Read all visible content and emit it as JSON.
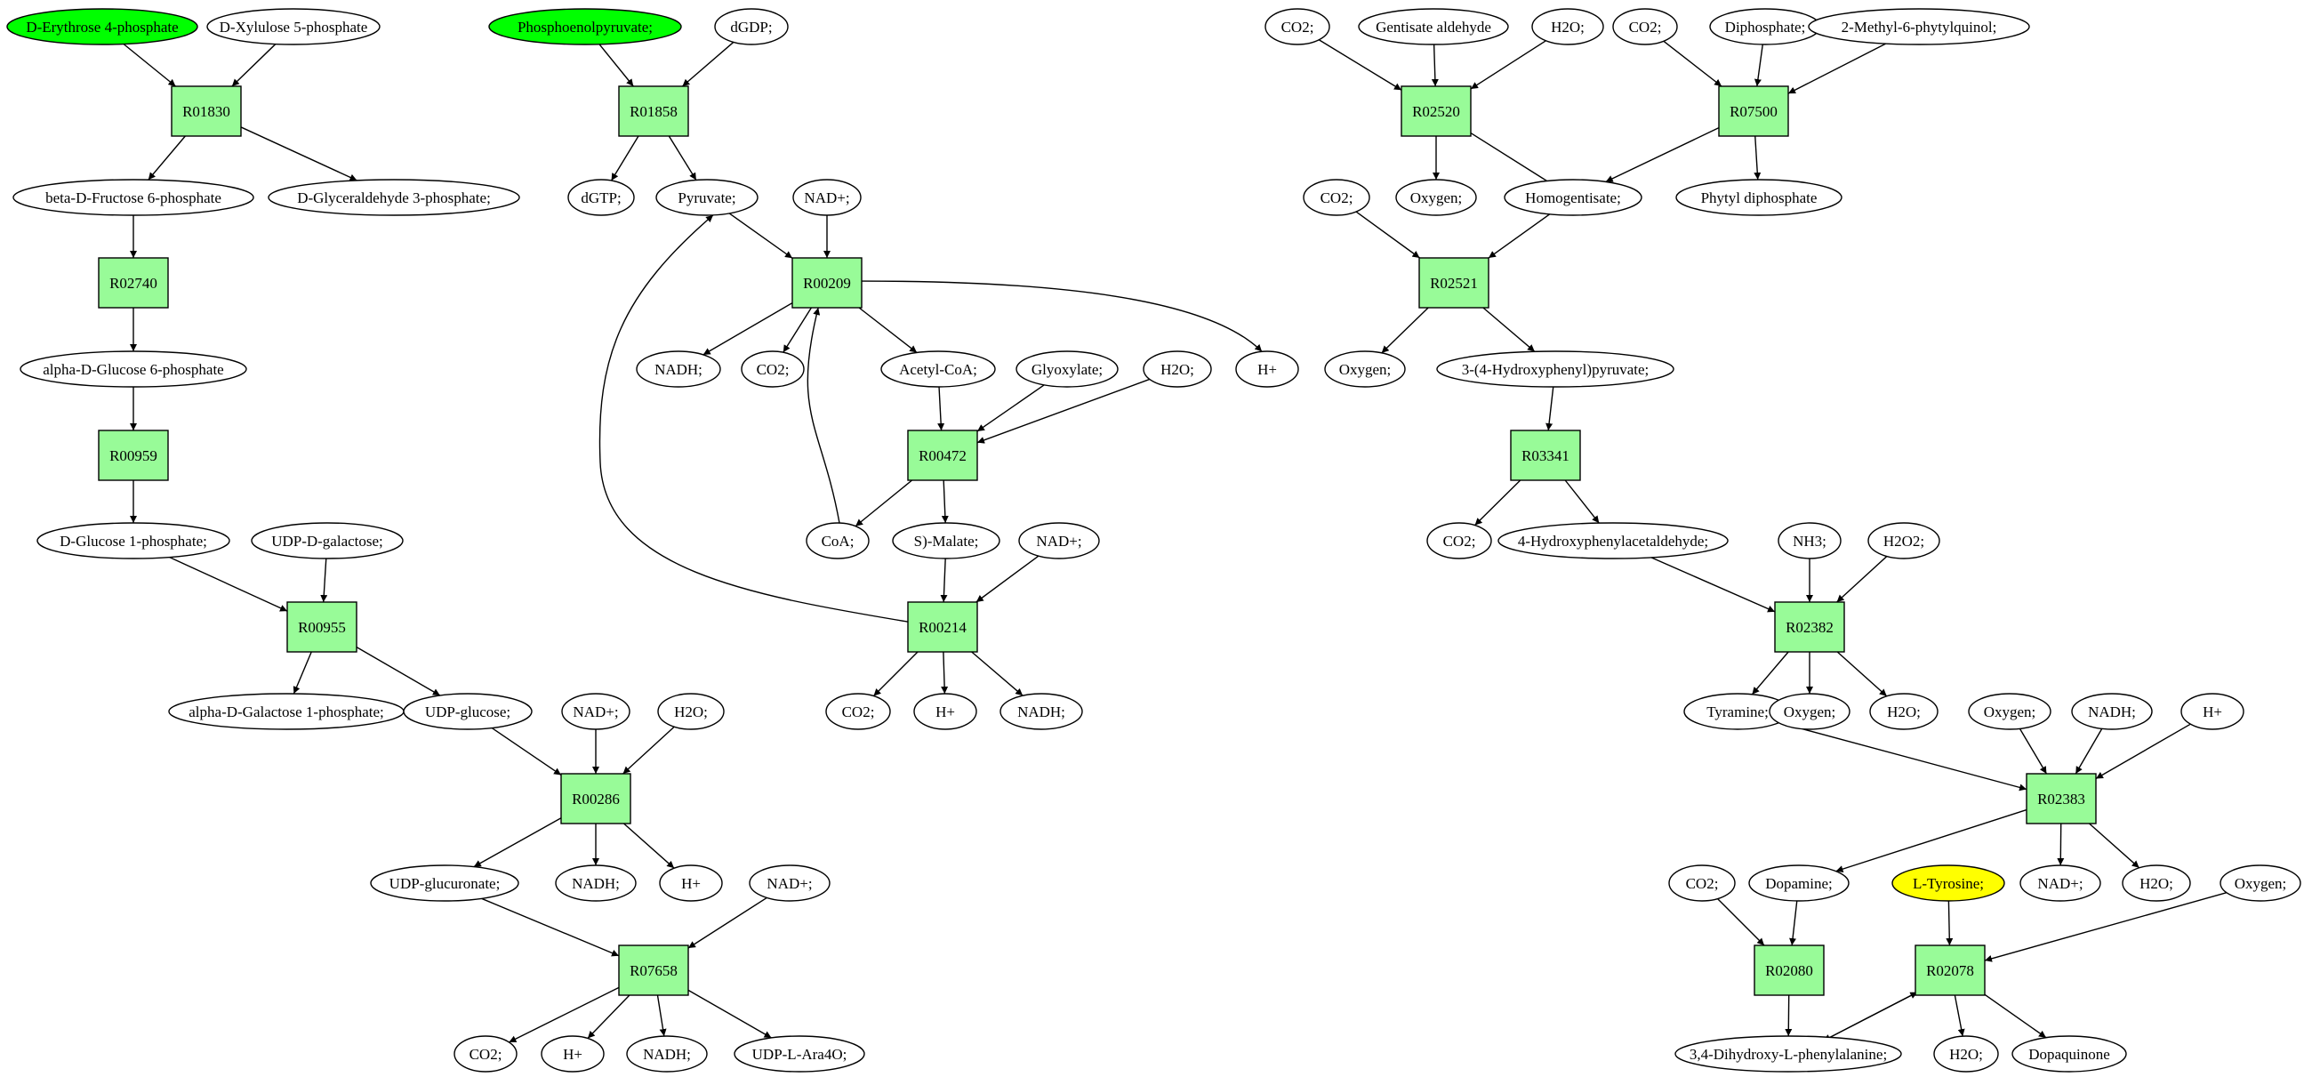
{
  "colors": {
    "reaction_fill": "#98fb98",
    "highlight_green": "#00ff00",
    "highlight_yellow": "#ffff00",
    "metabolite_fill": "#ffffff",
    "stroke": "#000000"
  },
  "reactions": [
    {
      "id": "r01830",
      "label": "R01830"
    },
    {
      "id": "r02740",
      "label": "R02740"
    },
    {
      "id": "r00959",
      "label": "R00959"
    },
    {
      "id": "r00955",
      "label": "R00955"
    },
    {
      "id": "r00286",
      "label": "R00286"
    },
    {
      "id": "r07658",
      "label": "R07658"
    },
    {
      "id": "r01858",
      "label": "R01858"
    },
    {
      "id": "r00209",
      "label": "R00209"
    },
    {
      "id": "r00472",
      "label": "R00472"
    },
    {
      "id": "r00214",
      "label": "R00214"
    },
    {
      "id": "r02520",
      "label": "R02520"
    },
    {
      "id": "r07500",
      "label": "R07500"
    },
    {
      "id": "r02521",
      "label": "R02521"
    },
    {
      "id": "r03341",
      "label": "R03341"
    },
    {
      "id": "r02382",
      "label": "R02382"
    },
    {
      "id": "r02383",
      "label": "R02383"
    },
    {
      "id": "r02080",
      "label": "R02080"
    },
    {
      "id": "r02078",
      "label": "R02078"
    }
  ],
  "metabolites": [
    {
      "id": "e4p",
      "label": "D-Erythrose 4-phosphate",
      "highlight": "green"
    },
    {
      "id": "x5p",
      "label": "D-Xylulose 5-phosphate"
    },
    {
      "id": "f6p",
      "label": "beta-D-Fructose 6-phosphate"
    },
    {
      "id": "g3p",
      "label": "D-Glyceraldehyde 3-phosphate;"
    },
    {
      "id": "g6p",
      "label": "alpha-D-Glucose 6-phosphate"
    },
    {
      "id": "g1p",
      "label": "D-Glucose 1-phosphate;"
    },
    {
      "id": "udpgal",
      "label": "UDP-D-galactose;"
    },
    {
      "id": "gal1p",
      "label": "alpha-D-Galactose 1-phosphate;"
    },
    {
      "id": "udpglc",
      "label": "UDP-glucose;"
    },
    {
      "id": "nad_286",
      "label": "NAD+;"
    },
    {
      "id": "h2o_286",
      "label": "H2O;"
    },
    {
      "id": "udpgluc",
      "label": "UDP-glucuronate;"
    },
    {
      "id": "nadh_286",
      "label": "NADH;"
    },
    {
      "id": "h_286",
      "label": "H+"
    },
    {
      "id": "nad_7658",
      "label": "NAD+;"
    },
    {
      "id": "co2_7658",
      "label": "CO2;"
    },
    {
      "id": "h_7658",
      "label": "H+"
    },
    {
      "id": "nadh_7658",
      "label": "NADH;"
    },
    {
      "id": "udpara",
      "label": "UDP-L-Ara4O;"
    },
    {
      "id": "pep",
      "label": "Phosphoenolpyruvate;",
      "highlight": "green"
    },
    {
      "id": "dgdp",
      "label": "dGDP;"
    },
    {
      "id": "dgtp",
      "label": "dGTP;"
    },
    {
      "id": "pyr",
      "label": "Pyruvate;"
    },
    {
      "id": "nad_209",
      "label": "NAD+;"
    },
    {
      "id": "nadh_209",
      "label": "NADH;"
    },
    {
      "id": "co2_209",
      "label": "CO2;"
    },
    {
      "id": "accoa",
      "label": "Acetyl-CoA;"
    },
    {
      "id": "h_209",
      "label": "H+"
    },
    {
      "id": "glyox",
      "label": "Glyoxylate;"
    },
    {
      "id": "h2o_472",
      "label": "H2O;"
    },
    {
      "id": "coa",
      "label": "CoA;"
    },
    {
      "id": "mal",
      "label": "S)-Malate;"
    },
    {
      "id": "nad_214",
      "label": "NAD+;"
    },
    {
      "id": "co2_214",
      "label": "CO2;"
    },
    {
      "id": "h_214",
      "label": "H+"
    },
    {
      "id": "nadh_214",
      "label": "NADH;"
    },
    {
      "id": "co2_a",
      "label": "CO2;"
    },
    {
      "id": "gent",
      "label": "Gentisate aldehyde"
    },
    {
      "id": "h2o_a",
      "label": "H2O;"
    },
    {
      "id": "co2_b",
      "label": "CO2;"
    },
    {
      "id": "dip",
      "label": "Diphosphate;"
    },
    {
      "id": "mpq",
      "label": "2-Methyl-6-phytylquinol;"
    },
    {
      "id": "oxy_2520",
      "label": "Oxygen;"
    },
    {
      "id": "homog",
      "label": "Homogentisate;"
    },
    {
      "id": "phytyl",
      "label": "Phytyl diphosphate"
    },
    {
      "id": "co2_2521",
      "label": "CO2;"
    },
    {
      "id": "oxy_2521",
      "label": "Oxygen;"
    },
    {
      "id": "hpp",
      "label": "3-(4-Hydroxyphenyl)pyruvate;"
    },
    {
      "id": "co2_3341",
      "label": "CO2;"
    },
    {
      "id": "hpa",
      "label": "4-Hydroxyphenylacetaldehyde;"
    },
    {
      "id": "nh3",
      "label": "NH3;"
    },
    {
      "id": "h2o2",
      "label": "H2O2;"
    },
    {
      "id": "tyr_amine",
      "label": "Tyramine;"
    },
    {
      "id": "oxy_2382",
      "label": "Oxygen;"
    },
    {
      "id": "h2o_2382",
      "label": "H2O;"
    },
    {
      "id": "oxy_2383",
      "label": "Oxygen;"
    },
    {
      "id": "nadh_2383",
      "label": "NADH;"
    },
    {
      "id": "h_2383",
      "label": "H+"
    },
    {
      "id": "dopamine",
      "label": "Dopamine;"
    },
    {
      "id": "ltyr",
      "label": "L-Tyrosine;",
      "highlight": "yellow"
    },
    {
      "id": "nad_2383",
      "label": "NAD+;"
    },
    {
      "id": "h2o_2383",
      "label": "H2O;"
    },
    {
      "id": "co2_2080",
      "label": "CO2;"
    },
    {
      "id": "oxy_2078",
      "label": "Oxygen;"
    },
    {
      "id": "dopa",
      "label": "3,4-Dihydroxy-L-phenylalanine;"
    },
    {
      "id": "h2o_2078",
      "label": "H2O;"
    },
    {
      "id": "dopaq",
      "label": "Dopaquinone"
    }
  ],
  "edges": [
    {
      "from": "e4p",
      "to": "r01830"
    },
    {
      "from": "x5p",
      "to": "r01830"
    },
    {
      "from": "r01830",
      "to": "f6p"
    },
    {
      "from": "r01830",
      "to": "g3p"
    },
    {
      "from": "f6p",
      "to": "r02740"
    },
    {
      "from": "r02740",
      "to": "g6p"
    },
    {
      "from": "g6p",
      "to": "r00959"
    },
    {
      "from": "r00959",
      "to": "g1p"
    },
    {
      "from": "g1p",
      "to": "r00955"
    },
    {
      "from": "udpgal",
      "to": "r00955"
    },
    {
      "from": "r00955",
      "to": "gal1p"
    },
    {
      "from": "r00955",
      "to": "udpglc"
    },
    {
      "from": "udpglc",
      "to": "r00286"
    },
    {
      "from": "nad_286",
      "to": "r00286"
    },
    {
      "from": "h2o_286",
      "to": "r00286"
    },
    {
      "from": "r00286",
      "to": "udpgluc"
    },
    {
      "from": "r00286",
      "to": "nadh_286"
    },
    {
      "from": "r00286",
      "to": "h_286"
    },
    {
      "from": "udpgluc",
      "to": "r07658"
    },
    {
      "from": "nad_7658",
      "to": "r07658"
    },
    {
      "from": "r07658",
      "to": "co2_7658"
    },
    {
      "from": "r07658",
      "to": "h_7658"
    },
    {
      "from": "r07658",
      "to": "nadh_7658"
    },
    {
      "from": "r07658",
      "to": "udpara"
    },
    {
      "from": "pep",
      "to": "r01858"
    },
    {
      "from": "dgdp",
      "to": "r01858"
    },
    {
      "from": "r01858",
      "to": "dgtp"
    },
    {
      "from": "r01858",
      "to": "pyr"
    },
    {
      "from": "pyr",
      "to": "r00209"
    },
    {
      "from": "nad_209",
      "to": "r00209"
    },
    {
      "from": "r00209",
      "to": "nadh_209"
    },
    {
      "from": "r00209",
      "to": "co2_209"
    },
    {
      "from": "r00209",
      "to": "accoa"
    },
    {
      "from": "r00209",
      "to": "h_209",
      "curve": "right"
    },
    {
      "from": "accoa",
      "to": "r00472"
    },
    {
      "from": "glyox",
      "to": "r00472"
    },
    {
      "from": "h2o_472",
      "to": "r00472"
    },
    {
      "from": "r00472",
      "to": "coa"
    },
    {
      "from": "r00472",
      "to": "mal"
    },
    {
      "from": "coa",
      "to": "r00209",
      "curve": "coa"
    },
    {
      "from": "mal",
      "to": "r00214"
    },
    {
      "from": "nad_214",
      "to": "r00214"
    },
    {
      "from": "r00214",
      "to": "co2_214"
    },
    {
      "from": "r00214",
      "to": "h_214"
    },
    {
      "from": "r00214",
      "to": "nadh_214"
    },
    {
      "from": "r00214",
      "to": "pyr",
      "curve": "long"
    },
    {
      "from": "co2_a",
      "to": "r02520"
    },
    {
      "from": "gent",
      "to": "r02520"
    },
    {
      "from": "h2o_a",
      "to": "r02520"
    },
    {
      "from": "co2_b",
      "to": "r07500"
    },
    {
      "from": "dip",
      "to": "r07500"
    },
    {
      "from": "mpq",
      "to": "r07500"
    },
    {
      "from": "r02520",
      "to": "oxy_2520"
    },
    {
      "from": "r02520",
      "to": "homog",
      "arrow": false
    },
    {
      "from": "r07500",
      "to": "homog"
    },
    {
      "from": "r07500",
      "to": "phytyl"
    },
    {
      "from": "co2_2521",
      "to": "r02521"
    },
    {
      "from": "homog",
      "to": "r02521"
    },
    {
      "from": "r02521",
      "to": "oxy_2521"
    },
    {
      "from": "r02521",
      "to": "hpp"
    },
    {
      "from": "hpp",
      "to": "r03341"
    },
    {
      "from": "r03341",
      "to": "co2_3341"
    },
    {
      "from": "r03341",
      "to": "hpa"
    },
    {
      "from": "hpa",
      "to": "r02382"
    },
    {
      "from": "nh3",
      "to": "r02382"
    },
    {
      "from": "h2o2",
      "to": "r02382"
    },
    {
      "from": "r02382",
      "to": "tyr_amine"
    },
    {
      "from": "r02382",
      "to": "oxy_2382"
    },
    {
      "from": "r02382",
      "to": "h2o_2382"
    },
    {
      "from": "tyr_amine",
      "to": "r02383"
    },
    {
      "from": "oxy_2383",
      "to": "r02383"
    },
    {
      "from": "nadh_2383",
      "to": "r02383"
    },
    {
      "from": "h_2383",
      "to": "r02383"
    },
    {
      "from": "r02383",
      "to": "dopamine"
    },
    {
      "from": "r02383",
      "to": "nad_2383"
    },
    {
      "from": "r02383",
      "to": "h2o_2383"
    },
    {
      "from": "co2_2080",
      "to": "r02080"
    },
    {
      "from": "dopamine",
      "to": "r02080"
    },
    {
      "from": "r02080",
      "to": "dopa"
    },
    {
      "from": "ltyr",
      "to": "r02078"
    },
    {
      "from": "oxy_2078",
      "to": "r02078"
    },
    {
      "from": "r02078",
      "to": "dopa",
      "offset": -5
    },
    {
      "from": "dopa",
      "to": "r02078",
      "offset": 5
    },
    {
      "from": "r02078",
      "to": "h2o_2078"
    },
    {
      "from": "r02078",
      "to": "dopaq"
    }
  ]
}
